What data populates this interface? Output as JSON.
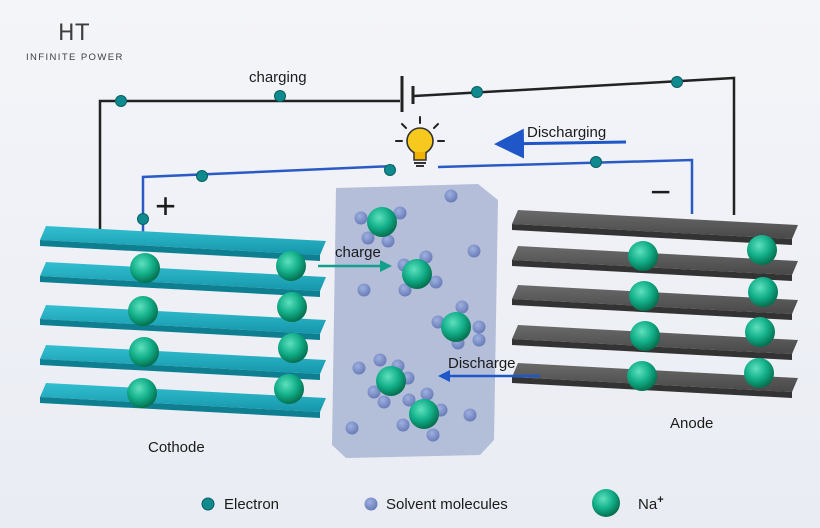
{
  "brand": {
    "logo": "HT",
    "tagline": "INFINITE POWER"
  },
  "labels": {
    "charging": "charging",
    "discharging": "Discharging",
    "charge": "charge",
    "discharge": "Discharge",
    "cathode": "Cothode",
    "anode": "Anode",
    "plus": "+",
    "minus": "−"
  },
  "legend": [
    {
      "key": "electron",
      "label": "Electron"
    },
    {
      "key": "solvent",
      "label": "Solvent molecules"
    },
    {
      "key": "sodium",
      "label": "Na",
      "superscript": "+"
    }
  ],
  "colors": {
    "cathode": "#19a7bb",
    "anode": "#595959",
    "electron": "#0f8a8e",
    "sodium": "#0fb58e",
    "solvent": "#7d8fc4",
    "electrolyte": "#a9b5d4",
    "charge_arrow": "#12a08a",
    "discharge_arrow": "#1f56c8",
    "circuit_outer": "#222222",
    "circuit_inner": "#2a5bc4",
    "bulb": "#f7c81d"
  },
  "icons": {
    "bulb": "lightbulb-icon",
    "battery": "battery-icon"
  }
}
